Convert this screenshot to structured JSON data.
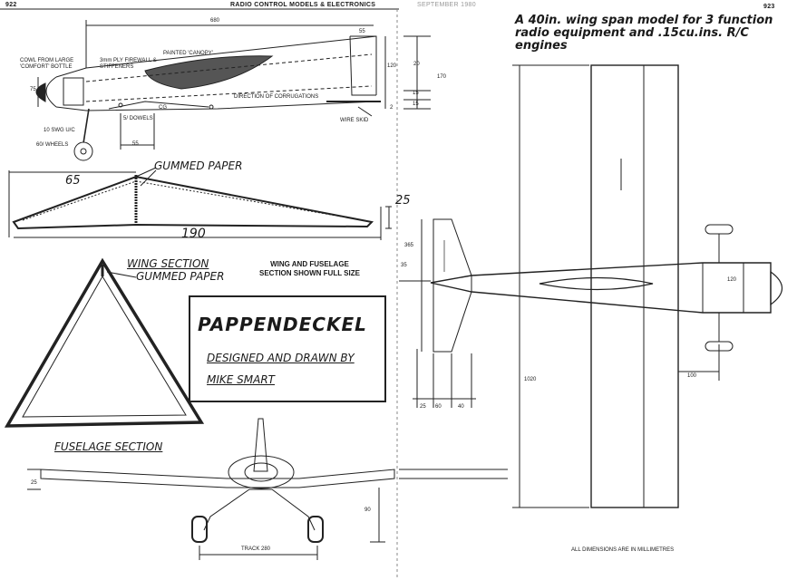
{
  "header": {
    "page_left": "922",
    "magazine": "RADIO CONTROL MODELS & ELECTRONICS",
    "issue": "SEPTEMBER 1980",
    "page_right": "923"
  },
  "headline": {
    "line1": "A 40in. wing span model for 3 function",
    "line2": "radio equipment and .15cu.ins. R/C",
    "line3": "engines"
  },
  "fuselage_side": {
    "length": "680",
    "fin_top": "55",
    "canopy": "PAINTED 'CANOPY'",
    "cowl": "COWL FROM LARGE 'COMFORT' BOTTLE",
    "firewall": "3mm PLY FIREWALL & STIFFENERS",
    "corrugations": "DIRECTION OF CORRUGATIONS",
    "nose_height": "75",
    "dowels": "5/ DOWELS",
    "cg": "CG",
    "uc": "10 SWG U/C",
    "wheels": "60/ WHEELS",
    "dowel_spacing": "55",
    "skid": "WIRE SKID",
    "tail_height": "120",
    "tail_small": "2"
  },
  "fin_view": {
    "d1": "20",
    "d2": "170",
    "d3": "15",
    "d4": "15"
  },
  "wing_rib": {
    "label": "GUMMED PAPER",
    "chord_front": "65",
    "thickness": "25",
    "chord": "190"
  },
  "wing_section": {
    "title": "WING SECTION",
    "gummed": "GUMMED PAPER",
    "note_line1": "WING AND FUSELAGE",
    "note_line2": "SECTION SHOWN FULL SIZE"
  },
  "title_block": {
    "name": "PAPPENDECKEL",
    "designed": "DESIGNED AND DRAWN BY",
    "author": "MIKE SMART"
  },
  "fuselage_section": {
    "title": "FUSELAGE SECTION",
    "dihedral": "25",
    "gear_height": "90",
    "track": "TRACK 280"
  },
  "plan": {
    "tail_span": "365",
    "tail_chord": "35",
    "span": "1020",
    "nose_width": "120",
    "wing_le": "100",
    "tail_dims": [
      "25",
      "60",
      "40"
    ],
    "note": "ALL DIMENSIONS ARE IN MILLIMETRES"
  }
}
